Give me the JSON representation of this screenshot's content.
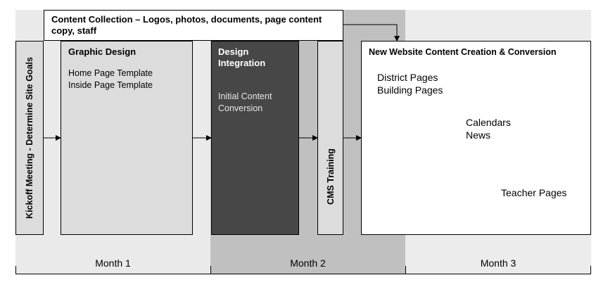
{
  "content_collection": {
    "text": "Content Collection – Logos, photos, documents, page content copy, staff"
  },
  "kickoff": {
    "text": "Kickoff Meeting - Determine Site Goals"
  },
  "graphic_design": {
    "title": "Graphic Design",
    "items": [
      "Home Page Template",
      "Inside Page Template"
    ]
  },
  "design_integration": {
    "title": "Design Integration",
    "items": [
      "Initial Content Conversion"
    ]
  },
  "cms_training": {
    "text": "CMS Training"
  },
  "new_website": {
    "title": "New Website Content Creation & Conversion",
    "items": [
      "District Pages",
      "Building Pages",
      "Calendars",
      "News",
      "Teacher Pages"
    ]
  },
  "months": [
    "Month 1",
    "Month 2",
    "Month 3"
  ],
  "colors": {
    "dark_box": "#474747",
    "light_box": "#dcdcdc",
    "band_mid": "#c0c0c0"
  }
}
